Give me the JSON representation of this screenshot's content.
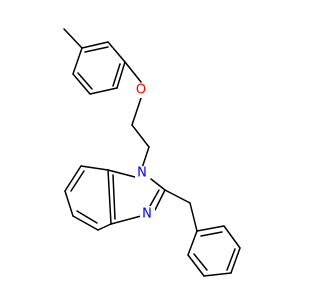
{
  "molecule": {
    "atoms": {
      "oxygen": {
        "symbol": "O",
        "color": "#ff0000"
      },
      "n1": {
        "symbol": "N",
        "color": "#0000ff"
      },
      "n2": {
        "symbol": "N",
        "color": "#0000ff"
      }
    },
    "colors": {
      "bond": "#000000",
      "background": "#ffffff"
    }
  }
}
